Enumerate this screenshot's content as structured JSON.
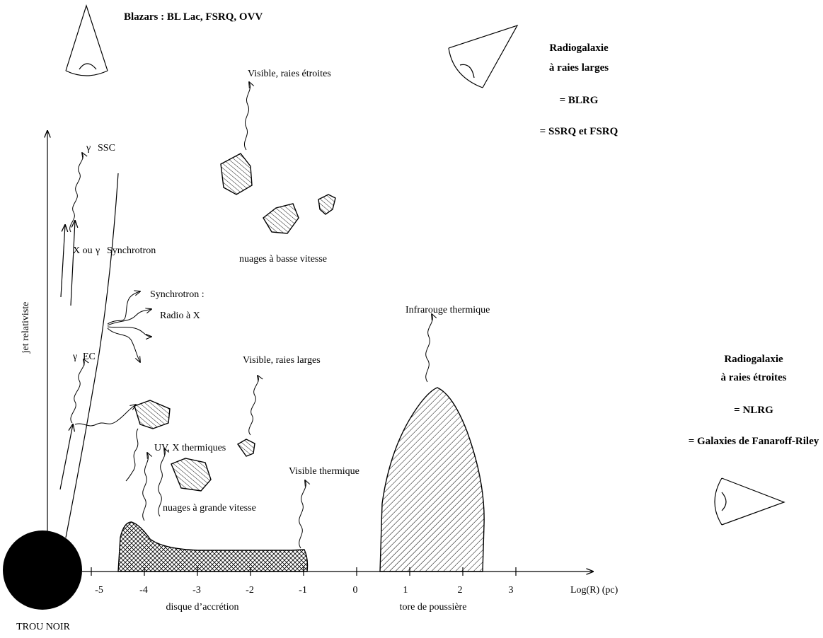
{
  "header": {
    "blazars_label": "Blazars : BL Lac, FSRQ, OVV"
  },
  "right_panel": {
    "blrg_title_line1": "Radiogalaxie",
    "blrg_title_line2": "à raies larges",
    "blrg_eq1": "= BLRG",
    "blrg_eq2": "= SSRQ et FSRQ",
    "nlrg_title_line1": "Radiogalaxie",
    "nlrg_title_line2": "à raies étroites",
    "nlrg_eq1": "= NLRG",
    "nlrg_eq2": "= Galaxies de Fanaroff-Riley"
  },
  "jet": {
    "axis_label": "jet relativiste",
    "gamma_symbol": "γ",
    "ssc_label": "SSC",
    "x_ou_label": "X ou",
    "synchrotron_label": "Synchrotron",
    "ec_label": "EC"
  },
  "emission": {
    "synchrotron_radio_line1": "Synchrotron :",
    "synchrotron_radio_line2": "Radio à X",
    "visible_narrow": "Visible, raies étroites",
    "low_speed_clouds": "nuages à basse vitesse",
    "infrared": "Infrarouge thermique",
    "visible_broad": "Visible, raies larges",
    "uv_x": "UV, X thermiques",
    "visible_thermal": "Visible thermique",
    "high_speed_clouds": "nuages à grande vitesse"
  },
  "axis": {
    "ticks": [
      "-5",
      "-4",
      "-3",
      "-2",
      "-1",
      "0",
      "1",
      "2",
      "3"
    ],
    "xlabel": "Log(R) (pc)",
    "disk_label": "disque d’accrétion",
    "torus_label": "tore de poussière",
    "black_hole_label": "TROU NOIR"
  }
}
